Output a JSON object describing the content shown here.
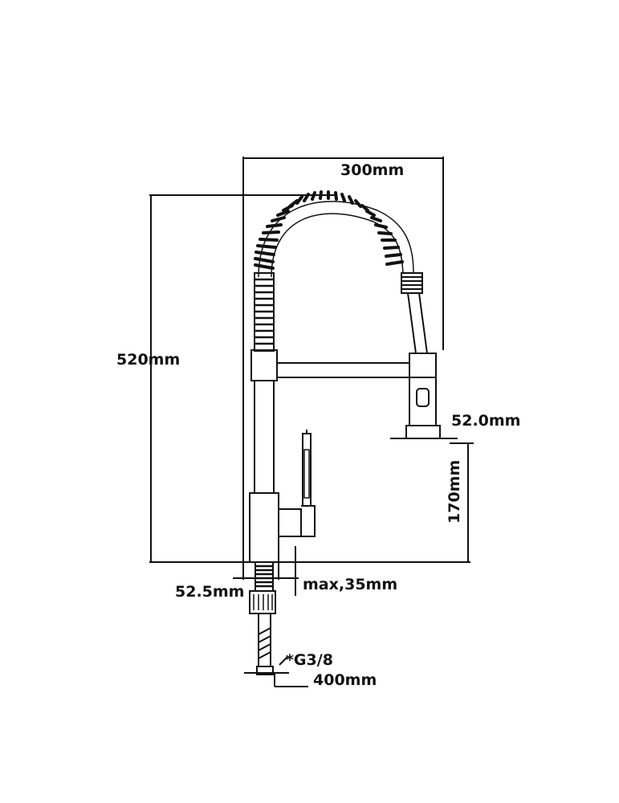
{
  "dimensions": {
    "width_total": "300mm",
    "height_total": "520mm",
    "spout_diameter": "52.0mm",
    "spout_clearance": "170mm",
    "base_diameter": "52.5mm",
    "deck_thickness": "max,35mm",
    "connection_thread": "*G3/8",
    "hose_length": "400mm"
  },
  "colors": {
    "line": "#111111",
    "background": "#ffffff"
  }
}
